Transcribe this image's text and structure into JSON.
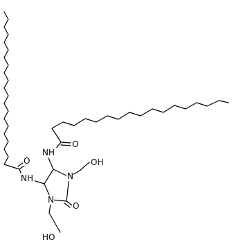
{
  "structure": {
    "atoms": {
      "nh_left": "NH",
      "nh_right": "NH",
      "o_left": "O",
      "o_right": "O",
      "o_ring": "O",
      "n_upper": "N",
      "n_lower": "N",
      "oh_right": "OH",
      "ho_left": "HO"
    }
  },
  "colors": {
    "bond": "#000000",
    "label": "#000000",
    "background": "#ffffff"
  }
}
